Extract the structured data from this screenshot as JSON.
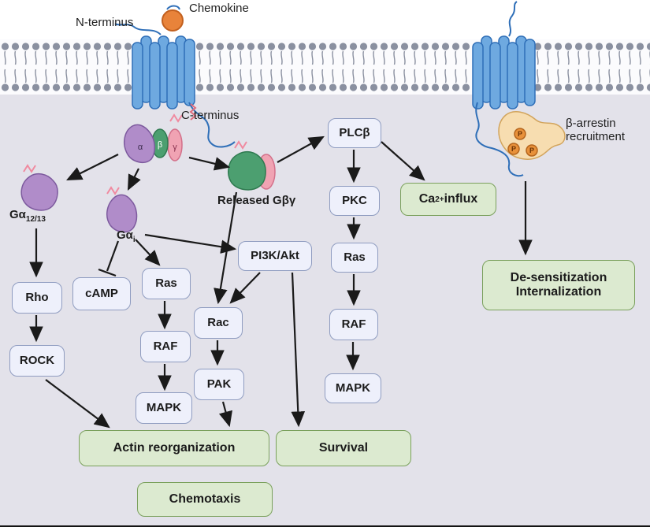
{
  "labels": {
    "chemokine": "Chemokine",
    "n_terminus": "N-terminus",
    "c_terminus": "C-terminus",
    "released_gbg": "Released Gβγ",
    "galpha1213": {
      "base": "Gα",
      "sub": "12/13"
    },
    "galphai": {
      "base": "Gα",
      "sub": "i"
    },
    "beta_arrestin": {
      "line1": "β-arrestin",
      "line2": "recruitment"
    },
    "subunit_alpha": "α",
    "subunit_beta": "β",
    "subunit_gamma": "γ",
    "phospho": "P"
  },
  "nodes": {
    "plcb": "PLCβ",
    "pkc": "PKC",
    "ras_right": "Ras",
    "raf_right": "RAF",
    "mapk_right": "MAPK",
    "ca_influx": {
      "base": "Ca",
      "sup": "2+",
      "rest": " influx"
    },
    "rho": "Rho",
    "rock": "ROCK",
    "camp": "cAMP",
    "ras_mid": "Ras",
    "raf_mid": "RAF",
    "mapk_mid": "MAPK",
    "pi3k_akt": "PI3K/Akt",
    "rac": "Rac",
    "pak": "PAK",
    "actin": "Actin reorganization",
    "chemotaxis": "Chemotaxis",
    "survival": "Survival",
    "desensitization": {
      "line1": "De-sensitization",
      "line2": "Internalization"
    }
  },
  "colors": {
    "background_lower": "#e3e2ea",
    "membrane_dot": "#8a90a0",
    "node_fill": "#eef0fb",
    "node_border": "#8f9cc0",
    "green_fill": "#dcead0",
    "green_border": "#7aa05c",
    "receptor_fill": "#6ea9e0",
    "receptor_border": "#2f6fb8",
    "chemokine_fill": "#e8833a",
    "g_alpha_fill": "#b08cc9",
    "g_beta_fill": "#4c9f70",
    "g_gamma_fill": "#f0a3b3",
    "arrestin_fill": "#f7ddb0",
    "phospho_fill": "#e8913a",
    "arrow": "#1a1a1a"
  }
}
